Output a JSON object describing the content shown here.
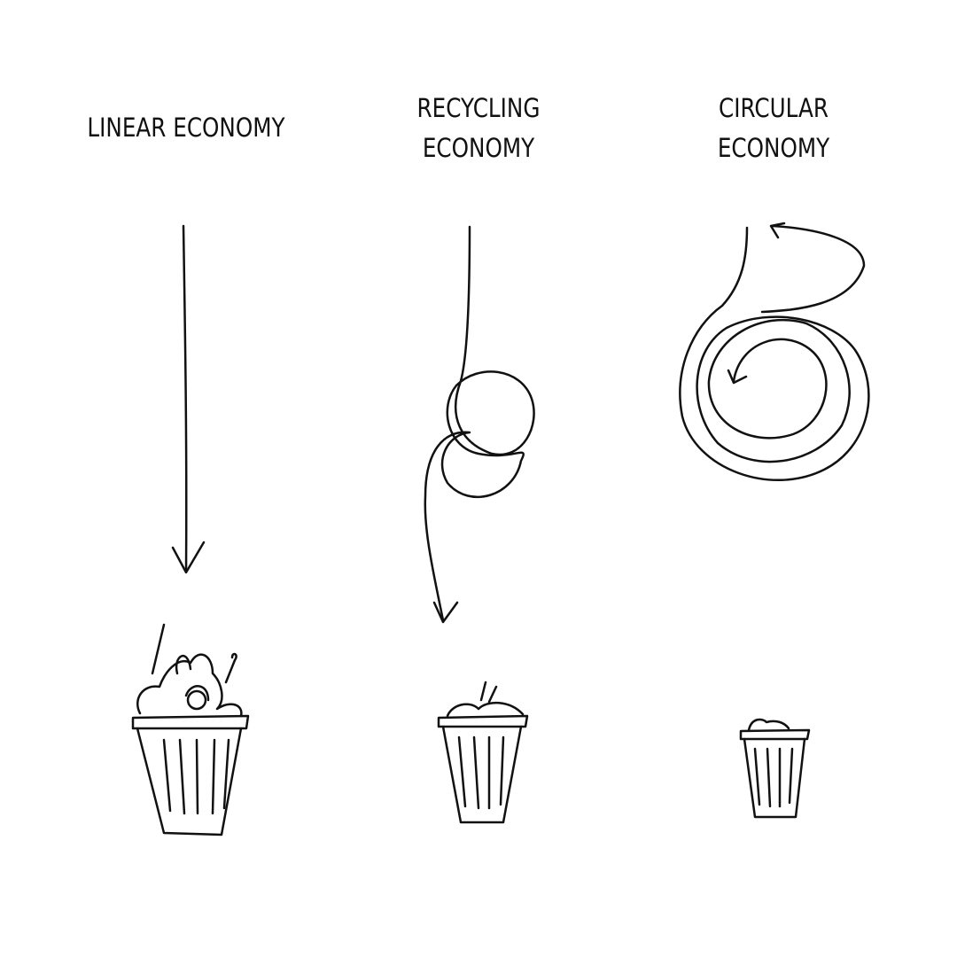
{
  "columns": [
    {
      "title_line1": "LINEAR ECONOMY",
      "title_line2": ""
    },
    {
      "title_line1": "RECYCLING",
      "title_line2": "ECONOMY"
    },
    {
      "title_line1": "CIRCULAR",
      "title_line2": "ECONOMY"
    }
  ],
  "ink_color": "#111111"
}
